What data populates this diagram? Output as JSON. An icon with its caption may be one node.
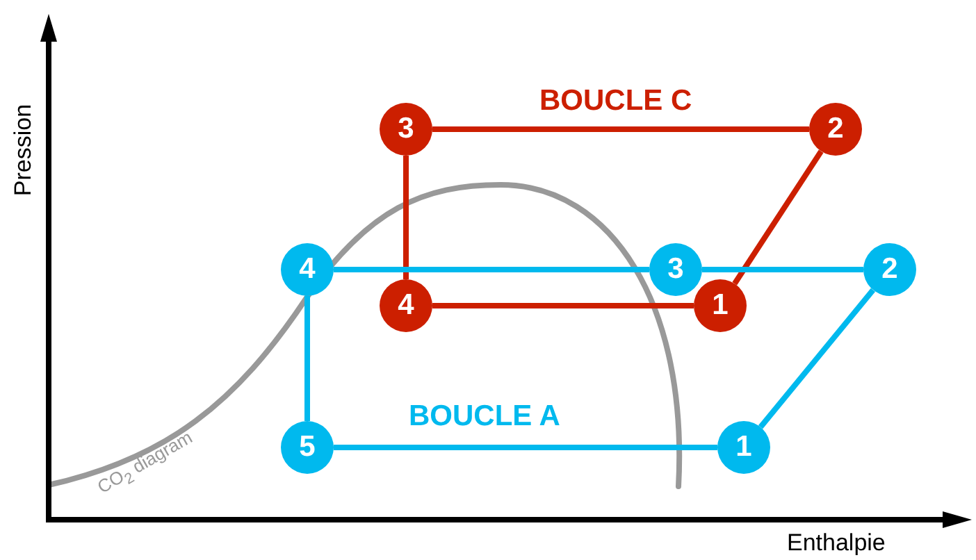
{
  "diagram": {
    "nodes": [
      {
        "text": [
          "3"
        ]
      },
      {
        "text": [
          "2"
        ]
      },
      {
        "text": [
          "4"
        ]
      },
      {
        "text": [
          "3"
        ]
      },
      {
        "text": [
          "2"
        ]
      },
      {
        "text": [
          "4"
        ]
      },
      {
        "text": [
          "1"
        ]
      },
      {
        "text": [
          "5"
        ]
      },
      {
        "text": [
          "1"
        ]
      }
    ],
    "edges": [
      {
        "from": 0,
        "to": 1,
        "arrow": "none",
        "color": "#cc1f00"
      },
      {
        "from": 1,
        "to": 6,
        "arrow": "none",
        "color": "#cc1f00"
      },
      {
        "from": 6,
        "to": 5,
        "arrow": "none",
        "color": "#cc1f00"
      },
      {
        "from": 5,
        "to": 0,
        "arrow": "none",
        "color": "#cc1f00"
      },
      {
        "from": 8,
        "to": 4,
        "arrow": "none"
      },
      {
        "from": 4,
        "to": 3,
        "arrow": "none"
      },
      {
        "from": 3,
        "to": 2,
        "arrow": "none"
      },
      {
        "from": 2,
        "to": 7,
        "arrow": "none"
      },
      {
        "from": 7,
        "to": 8,
        "arrow": "none"
      }
    ],
    "labels": [
      "BOUCLE C",
      "Pression",
      "BOUCLE A",
      "CO$_{2}$ diagram",
      "Enthalpie"
    ]
  }
}
